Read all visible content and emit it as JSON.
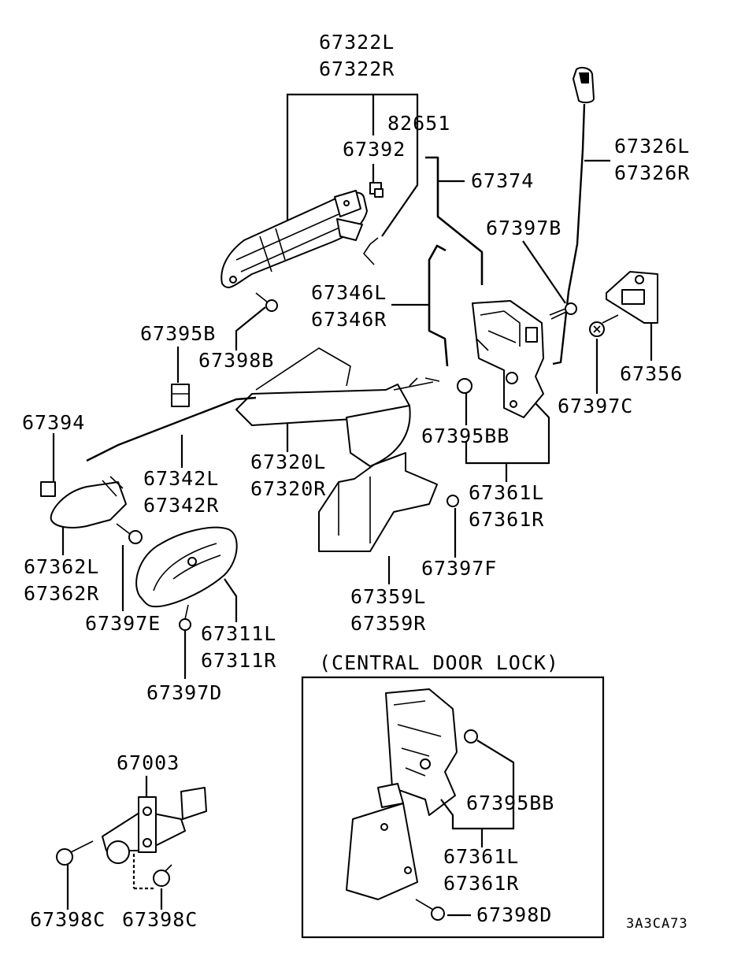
{
  "labels": {
    "p67322L": "67322L",
    "p67322R": "67322R",
    "p82651": "82651",
    "p67392": "67392",
    "p67374": "67374",
    "p67326L": "67326L",
    "p67326R": "67326R",
    "p67397B": "67397B",
    "p67346L": "67346L",
    "p67346R": "67346R",
    "p67395B": "67395B",
    "p67398B": "67398B",
    "p67356": "67356",
    "p67397C": "67397C",
    "p67394": "67394",
    "p67395BB": "67395BB",
    "p67320L": "67320L",
    "p67320R": "67320R",
    "p67342L": "67342L",
    "p67342R": "67342R",
    "p67361L": "67361L",
    "p67361R": "67361R",
    "p67362L": "67362L",
    "p67362R": "67362R",
    "p67397F": "67397F",
    "p67397E": "67397E",
    "p67311L": "67311L",
    "p67311R": "67311R",
    "p67359L": "67359L",
    "p67359R": "67359R",
    "p67397D": "67397D",
    "p67003": "67003",
    "p67398C_a": "67398C",
    "p67398C_b": "67398C"
  },
  "inset": {
    "title": "(CENTRAL DOOR LOCK)",
    "p67395BB": "67395BB",
    "p67361L": "67361L",
    "p67361R": "67361R",
    "p67398D": "67398D"
  },
  "figure_code": "3A3CA73"
}
